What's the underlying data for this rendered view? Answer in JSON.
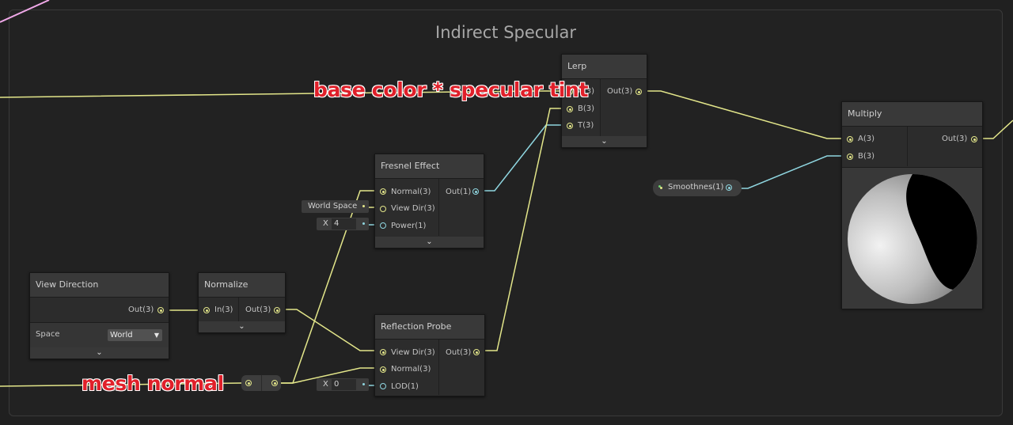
{
  "group": {
    "title": "Indirect Specular"
  },
  "annotations": {
    "top": "base color * specular tint",
    "bottom": "mesh normal"
  },
  "nodes": {
    "lerp": {
      "title": "Lerp",
      "inputs": [
        "A(3)",
        "B(3)",
        "T(3)"
      ],
      "output": "Out(3)"
    },
    "multiply": {
      "title": "Multiply",
      "inputs": [
        "A(3)",
        "B(3)"
      ],
      "output": "Out(3)"
    },
    "fresnel": {
      "title": "Fresnel Effect",
      "inputs": [
        "Normal(3)",
        "View Dir(3)",
        "Power(1)"
      ],
      "output": "Out(1)"
    },
    "view_direction": {
      "title": "View Direction",
      "output": "Out(3)",
      "space_label": "Space",
      "space_value": "World"
    },
    "normalize": {
      "title": "Normalize",
      "input": "In(3)",
      "output": "Out(3)"
    },
    "reflection_probe": {
      "title": "Reflection Probe",
      "inputs": [
        "View Dir(3)",
        "Normal(3)",
        "LOD(1)"
      ],
      "output": "Out(3)"
    }
  },
  "inline": {
    "world_space": "World Space",
    "power_axis": "X",
    "power_value": "4",
    "lod_axis": "X",
    "lod_value": "0"
  },
  "property": {
    "smoothness": "Smoothnes(1)"
  },
  "colors": {
    "wire_vector": "#e3e68a",
    "wire_scalar": "#8fd6e0",
    "wire_pink": "#f0a8e8",
    "annotation": "#e0202a"
  }
}
